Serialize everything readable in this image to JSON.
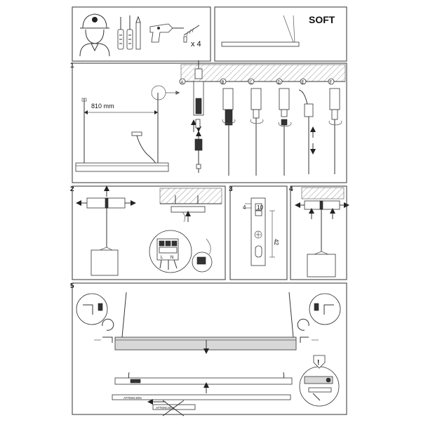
{
  "title": "SOFT",
  "tools_count": "x 4",
  "steps": {
    "s1": "1",
    "s2": "2",
    "s3": "3",
    "s4": "4",
    "s5": "5"
  },
  "dimension_810": "810 mm",
  "bracket_dims": {
    "width_a": "4",
    "width_b": "10",
    "height": "42"
  },
  "anchor_letters": [
    "A",
    "B",
    "C",
    "D",
    "E",
    "F"
  ],
  "terminal_labels": [
    "L",
    "N"
  ],
  "attention_label": "ATTENCION",
  "colors": {
    "line": "#333333",
    "panel_border": "#555555",
    "fill_gray": "#d8d8d8"
  }
}
